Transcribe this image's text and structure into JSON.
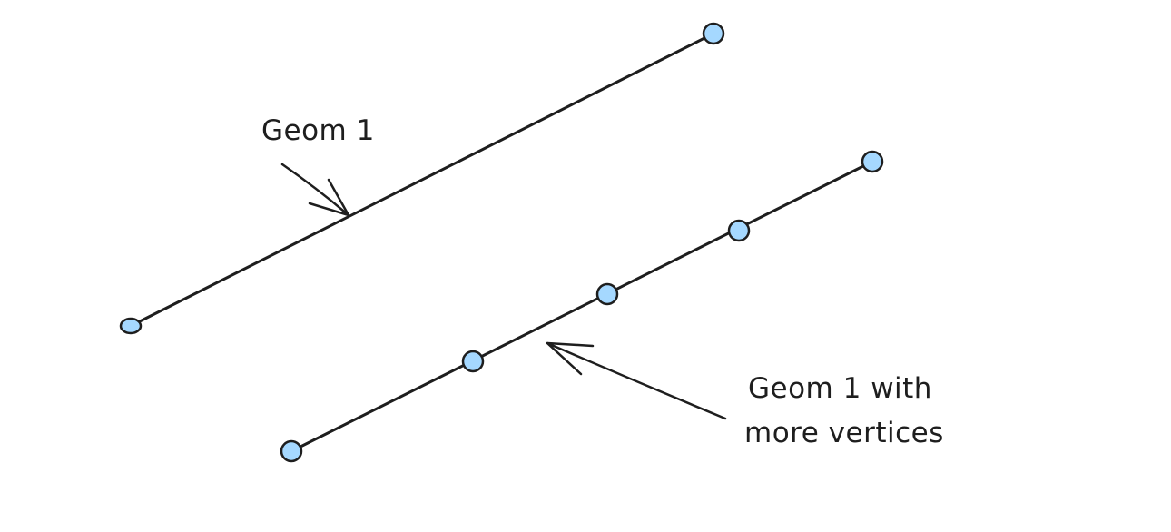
{
  "colors": {
    "stroke": "#1e1e1e",
    "vertex_fill": "#a5d8ff",
    "background": "#ffffff"
  },
  "geom1": {
    "label": "Geom 1",
    "vertex_count": 2
  },
  "geom2": {
    "label_line1": "Geom 1 with",
    "label_line2": "more vertices",
    "vertex_count": 5
  }
}
